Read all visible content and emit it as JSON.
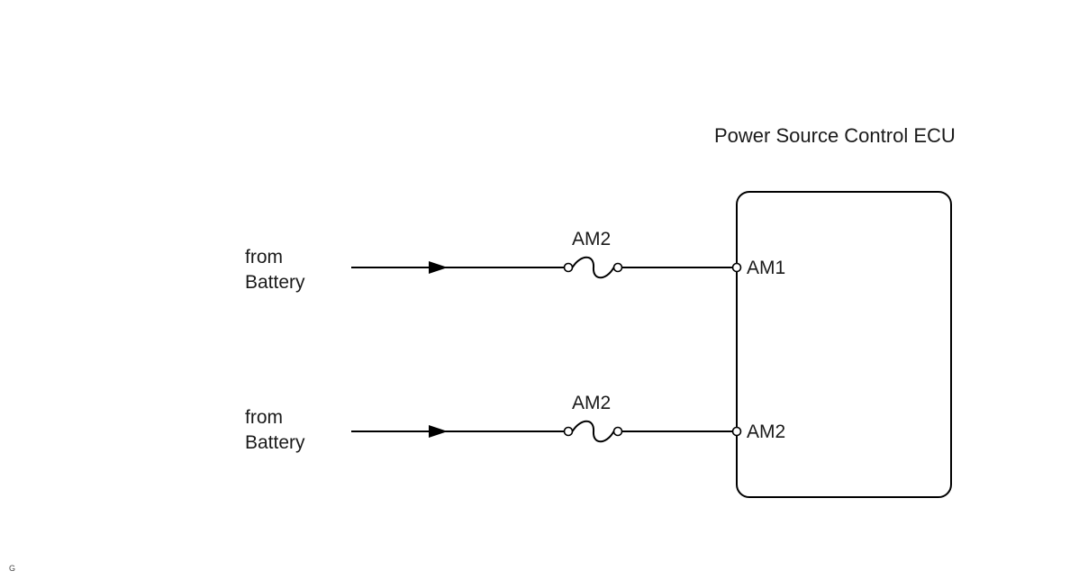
{
  "ecu": {
    "title": "Power Source Control ECU"
  },
  "circuits": [
    {
      "source_line1": "from",
      "source_line2": "Battery",
      "fuse_label": "AM2",
      "terminal_label": "AM1"
    },
    {
      "source_line1": "from",
      "source_line2": "Battery",
      "fuse_label": "AM2",
      "terminal_label": "AM2"
    }
  ],
  "footnote": "G"
}
